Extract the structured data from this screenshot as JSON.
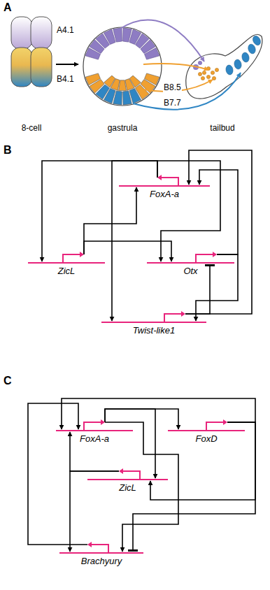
{
  "diagram": {
    "nodes": [
      {
        "text": [
          "FoxA-a"
        ]
      },
      {
        "text": [
          "ZicL"
        ]
      },
      {
        "text": [
          "Otx"
        ]
      },
      {
        "text": [
          "Twist-like1"
        ]
      },
      {
        "text": [
          "FoxA-a"
        ]
      },
      {
        "text": [
          "FoxD"
        ]
      },
      {
        "text": [
          "ZicL"
        ]
      },
      {
        "text": [
          "Brachyury"
        ]
      }
    ],
    "edges": [
      {
        "from": 0,
        "to": 1,
        "arrow": "to"
      },
      {
        "from": 0,
        "to": 2,
        "arrow": "to"
      },
      {
        "from": 0,
        "to": 3,
        "arrow": "to"
      },
      {
        "from": 1,
        "to": 0,
        "arrow": "to"
      },
      {
        "from": 1,
        "to": 2,
        "arrow": "to"
      },
      {
        "from": 2,
        "to": 0,
        "arrow": "to"
      },
      {
        "from": 2,
        "to": 3,
        "arrow": "to"
      },
      {
        "from": 3,
        "to": 2,
        "arrow": "to"
      },
      {
        "from": 3,
        "to": 0,
        "arrow": "to"
      },
      {
        "from": 4,
        "to": 5,
        "arrow": "to"
      },
      {
        "from": 5,
        "to": 4,
        "arrow": "to"
      },
      {
        "from": 4,
        "to": 6,
        "arrow": "to"
      },
      {
        "from": 5,
        "to": 6,
        "arrow": "to"
      },
      {
        "from": 5,
        "to": 7,
        "arrow": "to"
      },
      {
        "from": 6,
        "to": 4,
        "arrow": "to"
      },
      {
        "from": 6,
        "to": 7,
        "arrow": "to"
      },
      {
        "from": 4,
        "to": 7,
        "arrow": "to"
      },
      {
        "from": 7,
        "to": 4,
        "arrow": "to"
      }
    ],
    "labels": [
      "A",
      "A4.1",
      "B4.1",
      "8-cell",
      "gastrula",
      "tailbud",
      "B8.5",
      "B7.7",
      "B",
      "C"
    ]
  }
}
